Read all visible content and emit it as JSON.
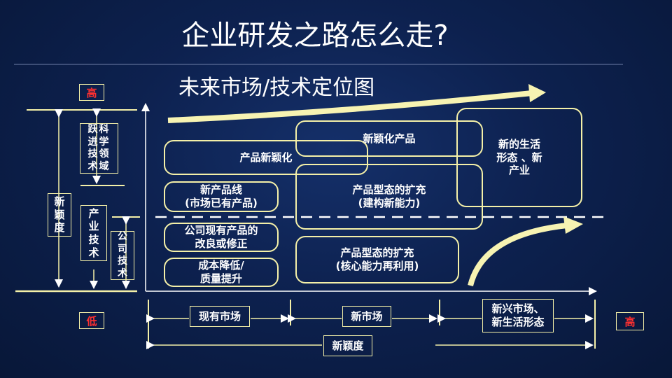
{
  "title": "企业研发之路怎么走?",
  "subtitle": "未来市场/技术定位图",
  "vertical_axis": {
    "high": "高",
    "low": "低",
    "label": "新\n颖\n度",
    "tech_leap": "跃科\n进学\n技领\n术域",
    "industry_tech": "产\n业\n技\n术",
    "company_tech": "公\n司\n技\n术"
  },
  "horizontal_axis": {
    "existing_market": "现有市场",
    "new_market": "新市场",
    "emerging_market": "新兴市场、\n新生活形态",
    "high": "高",
    "novelty": "新颖度"
  },
  "boxes": {
    "product_novelty": "产品新颖化",
    "novel_product": "新颖化产品",
    "new_life": "新的生活\n形态 、新\n产业",
    "new_product_line": "新产品线\n(市场已有产品)",
    "form_expand_build": "产品型态的扩充\n(建构新能力)",
    "improve_existing": "公司现有产品的\n改良或修正",
    "form_expand_reuse": "产品型态的扩充\n(核心能力再利用)",
    "cost_down": "成本降低/\n质量提升"
  },
  "colors": {
    "line": "#f4f0a8",
    "arrow": "#f7f3b2",
    "red": "#ff3030",
    "text": "#ffffff"
  }
}
